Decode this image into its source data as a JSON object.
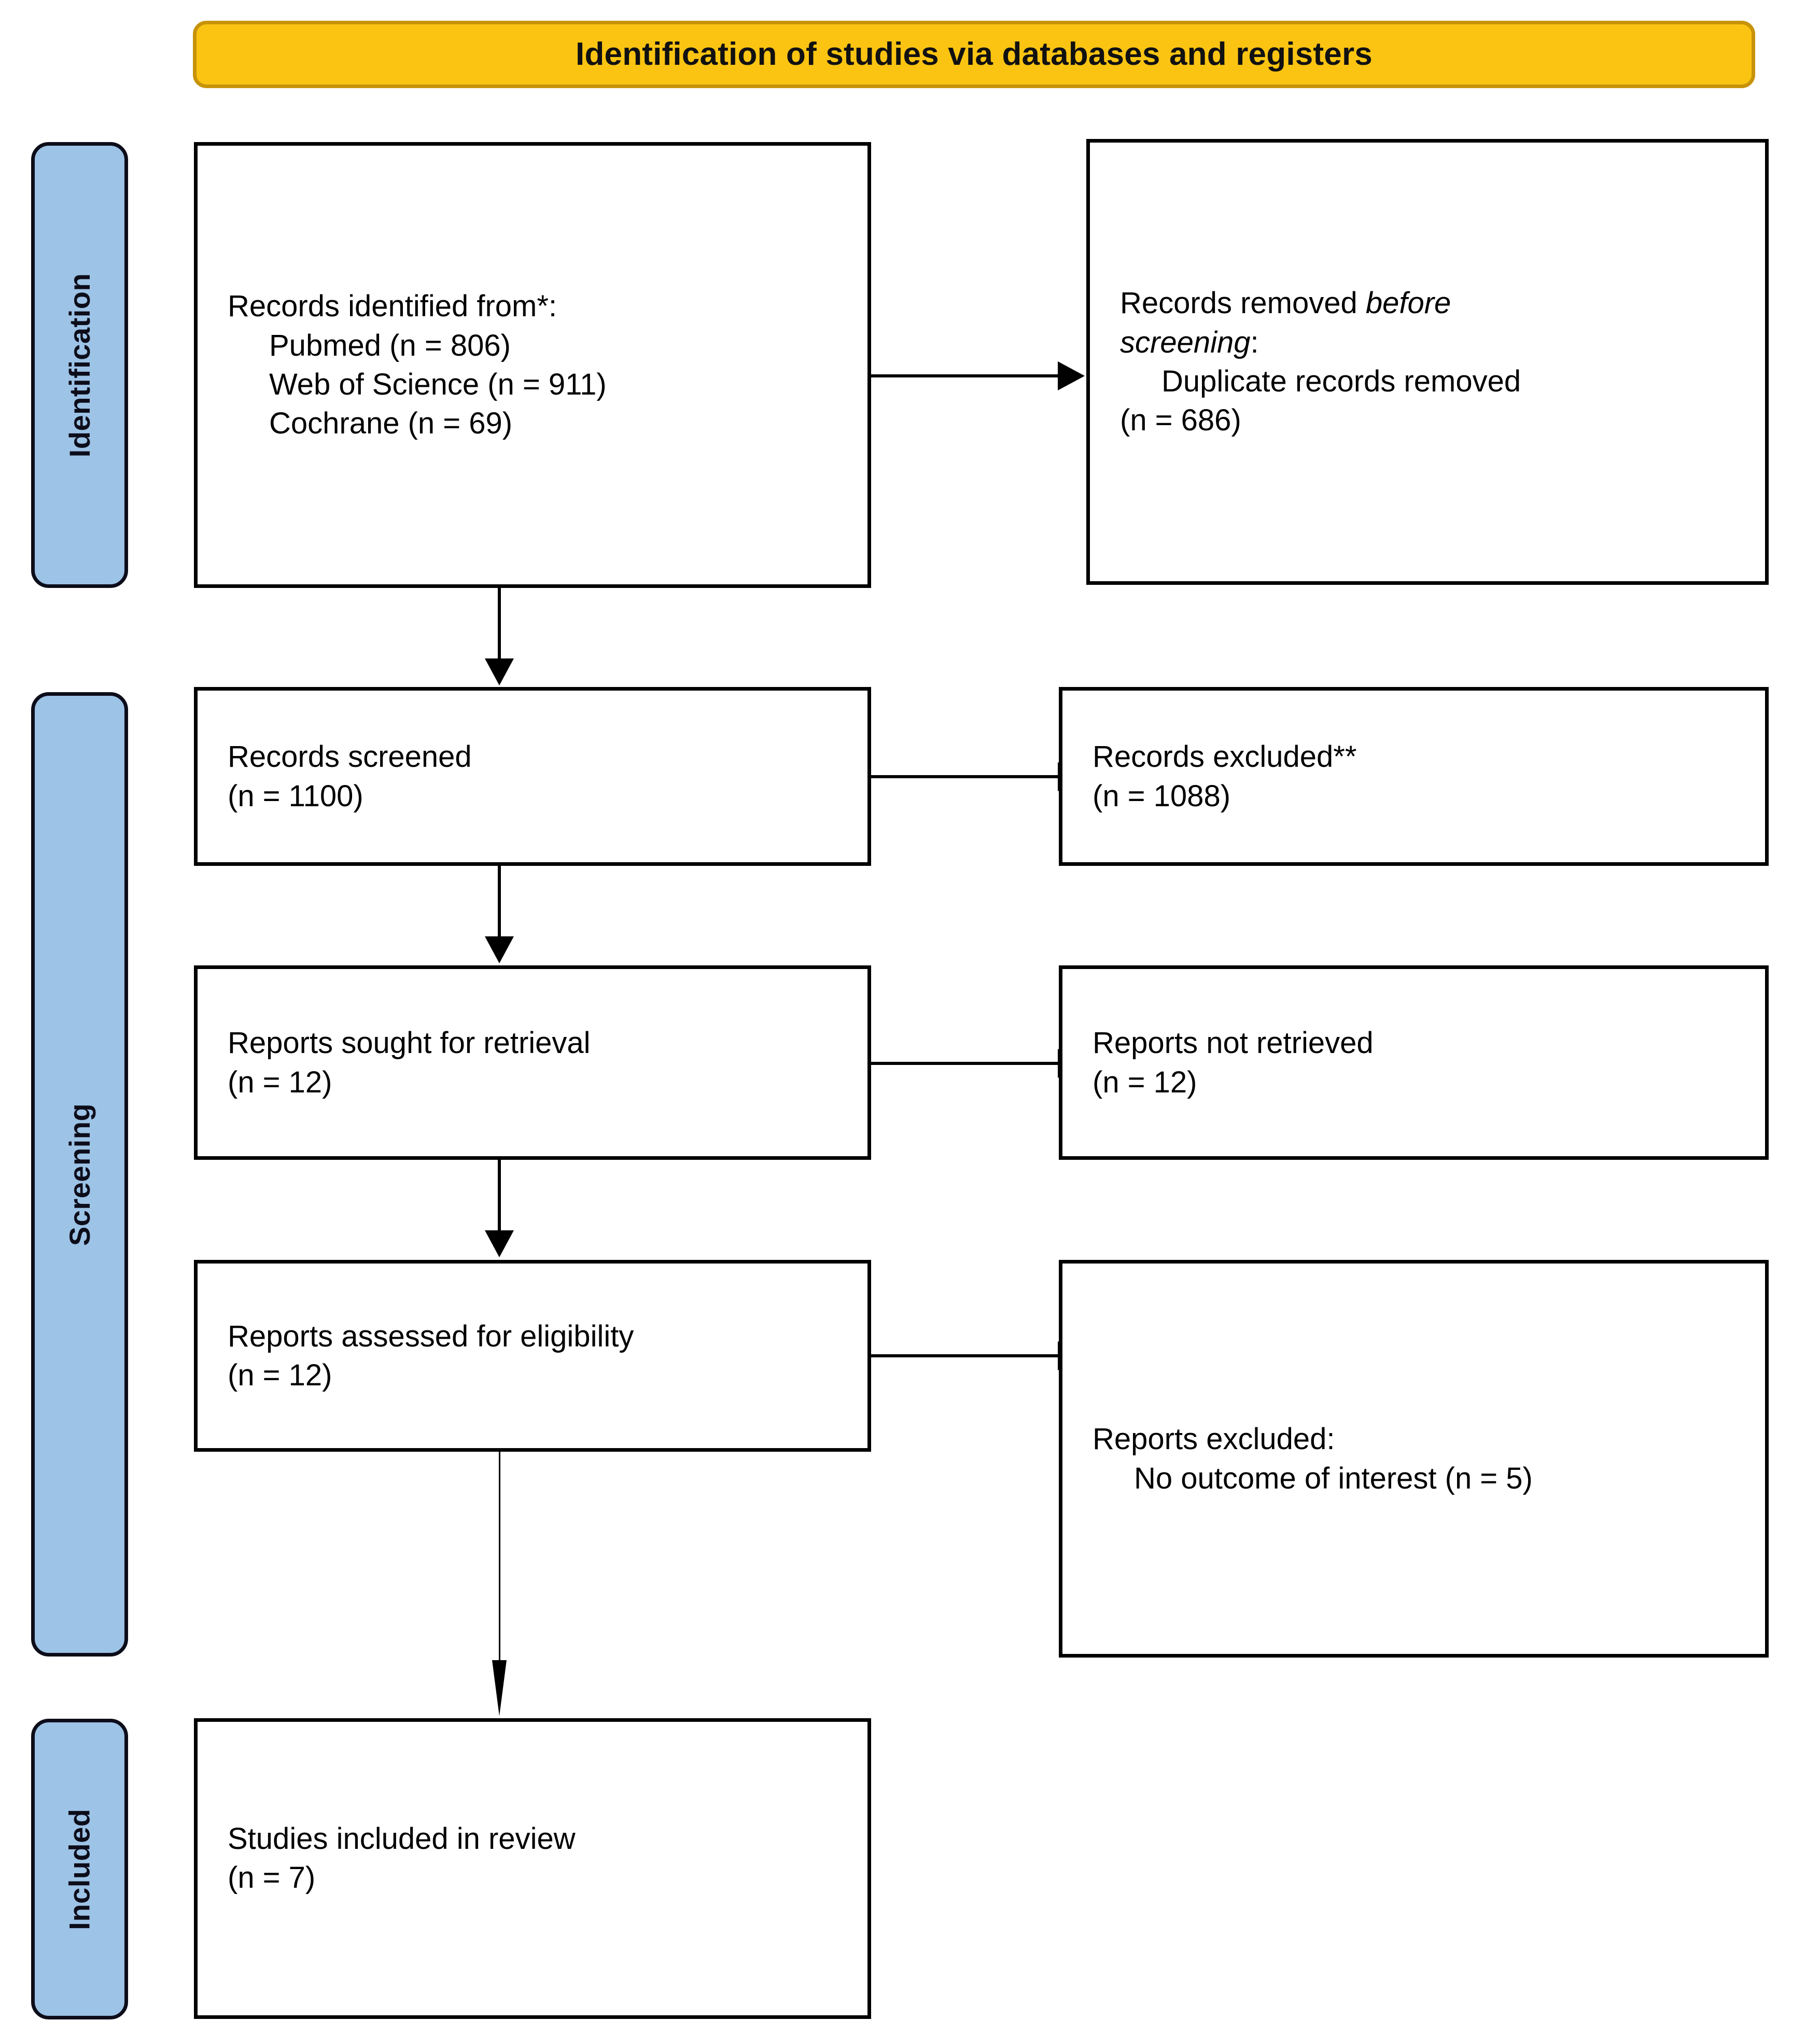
{
  "header": {
    "title": "Identification of studies via databases and registers",
    "background_color": "#FBC412",
    "border_color": "#C69309"
  },
  "stages": [
    {
      "label": "Identification",
      "color": "#9DC3E6"
    },
    {
      "label": "Screening",
      "color": "#9DC3E6"
    },
    {
      "label": "Included",
      "color": "#9DC3E6"
    }
  ],
  "boxes": {
    "records_identified": {
      "line1": "Records identified from*:",
      "line2": "Pubmed (n = 806)",
      "line3": "Web of Science (n = 911)",
      "line4": "Cochrane (n = 69)"
    },
    "records_removed": {
      "line1a": "Records removed ",
      "line1b": "before",
      "line2a": "screening",
      "line2b": ":",
      "line3": "Duplicate records removed",
      "line4": "(n = 686)"
    },
    "records_screened": {
      "line1": "Records screened",
      "line2": "(n = 1100)"
    },
    "records_excluded": {
      "line1": "Records excluded**",
      "line2": "(n = 1088)"
    },
    "reports_sought": {
      "line1": "Reports sought for retrieval",
      "line2": "(n = 12)"
    },
    "reports_not_retrieved": {
      "line1": "Reports not retrieved",
      "line2": "(n = 12)"
    },
    "reports_assessed": {
      "line1": "Reports assessed for eligibility",
      "line2": "(n = 12)"
    },
    "reports_excluded": {
      "line1": "Reports excluded:",
      "line2": "No outcome of interest (n = 5)"
    },
    "studies_included": {
      "line1": "Studies included in review",
      "line2": "(n = 7)"
    }
  },
  "chart_data": {
    "type": "diagram",
    "title": "PRISMA 2020 flow diagram for new systematic reviews which included searches of databases and registers only",
    "nodes": [
      {
        "id": "records_identified",
        "stage": "Identification",
        "label": "Records identified from*",
        "counts": [
          {
            "source": "Pubmed",
            "n": 806
          },
          {
            "source": "Web of Science",
            "n": 911
          },
          {
            "source": "Cochrane",
            "n": 69
          }
        ]
      },
      {
        "id": "records_removed",
        "stage": "Identification",
        "label": "Records removed before screening: Duplicate records removed",
        "n": 686
      },
      {
        "id": "records_screened",
        "stage": "Screening",
        "label": "Records screened",
        "n": 1100
      },
      {
        "id": "records_excluded",
        "stage": "Screening",
        "label": "Records excluded**",
        "n": 1088
      },
      {
        "id": "reports_sought",
        "stage": "Screening",
        "label": "Reports sought for retrieval",
        "n": 12
      },
      {
        "id": "reports_not_retrieved",
        "stage": "Screening",
        "label": "Reports not retrieved",
        "n": 12
      },
      {
        "id": "reports_assessed",
        "stage": "Screening",
        "label": "Reports assessed for eligibility",
        "n": 12
      },
      {
        "id": "reports_excluded",
        "stage": "Screening",
        "label": "Reports excluded: No outcome of interest",
        "n": 5
      },
      {
        "id": "studies_included",
        "stage": "Included",
        "label": "Studies included in review",
        "n": 7
      }
    ],
    "edges": [
      {
        "from": "records_identified",
        "to": "records_removed",
        "direction": "right"
      },
      {
        "from": "records_identified",
        "to": "records_screened",
        "direction": "down"
      },
      {
        "from": "records_screened",
        "to": "records_excluded",
        "direction": "right"
      },
      {
        "from": "records_screened",
        "to": "reports_sought",
        "direction": "down"
      },
      {
        "from": "reports_sought",
        "to": "reports_not_retrieved",
        "direction": "right"
      },
      {
        "from": "reports_sought",
        "to": "reports_assessed",
        "direction": "down"
      },
      {
        "from": "reports_assessed",
        "to": "reports_excluded",
        "direction": "right"
      },
      {
        "from": "reports_assessed",
        "to": "studies_included",
        "direction": "down"
      }
    ]
  }
}
